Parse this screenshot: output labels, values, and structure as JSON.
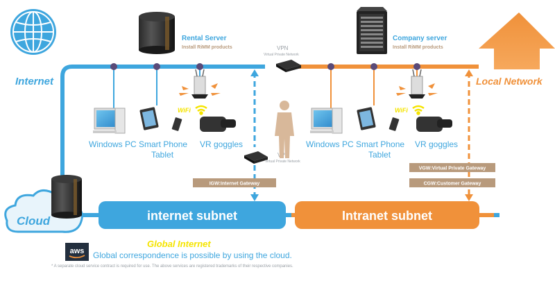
{
  "labels": {
    "internet": "Internet",
    "local_network": "Local Network",
    "cloud": "Cloud",
    "global_internet": "Global Internet"
  },
  "servers": {
    "rental": {
      "title": "Rental Server",
      "subtitle": "Install RiMM products"
    },
    "company": {
      "title": "Company server",
      "subtitle": "Install RiMM products"
    }
  },
  "vpn": {
    "top": {
      "title": "VPN",
      "subtitle": "Virtual Private Network"
    },
    "bottom": {
      "title": "VPN",
      "subtitle": "Virtual Private Network"
    }
  },
  "devices": {
    "left": {
      "pc": "Windows PC",
      "phone_line1": "Smart Phone",
      "phone_line2": "Tablet",
      "vr": "VR goggles",
      "wifi": "WiFi"
    },
    "right": {
      "pc": "Windows PC",
      "phone_line1": "Smart Phone",
      "phone_line2": "Tablet",
      "vr": "VR goggles",
      "wifi": "WiFi"
    }
  },
  "gateways": {
    "igw": "IGW:Internet Gateway",
    "vgw": "VGW:Virtual Private Gateway",
    "cgw": "CGW:Customer Gateway"
  },
  "subnets": {
    "internet": "internet subnet",
    "intranet": "Intranet subnet"
  },
  "footer": {
    "aws": "aws",
    "note": "Global correspondence is possible by using the cloud.",
    "disclaimer": "* A separate cloud service contract is required for use. The above services are registered trademarks of their respective companies."
  },
  "colors": {
    "blue": "#3ea6de",
    "orange": "#f0913a",
    "yellow": "#f5e400",
    "tan": "#b89a7c",
    "node": "#5a4a78"
  }
}
